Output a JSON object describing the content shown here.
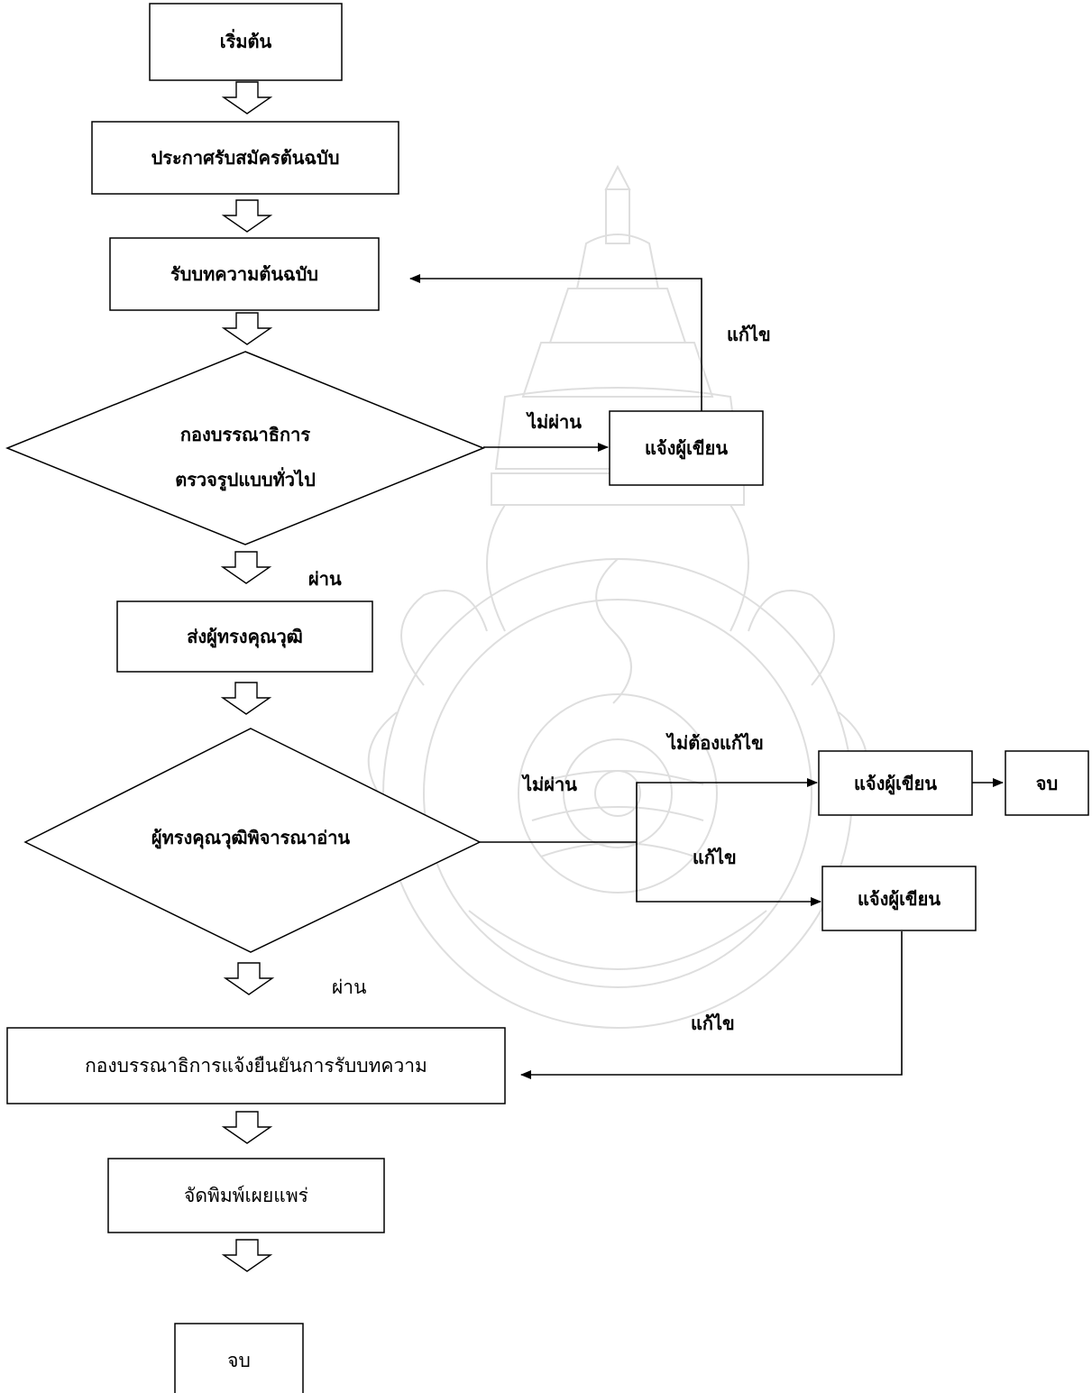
{
  "flowchart": {
    "start": "เริ่มต้น",
    "announce": "ประกาศรับสมัครต้นฉบับ",
    "receive": "รับบทความต้นฉบับ",
    "editorial_check_line1": "กองบรรณาธิการ",
    "editorial_check_line2": "ตรวจรูปแบบทั่วไป",
    "notify_author_1": "แจ้งผู้เขียน",
    "fail_1": "ไม่ผ่าน",
    "revise_1": "แก้ไข",
    "pass_1": "ผ่าน",
    "send_reviewers": "ส่งผู้ทรงคุณวุฒิ",
    "reviewers_consider": "ผู้ทรงคุณวุฒิพิจารณาอ่าน",
    "fail_2": "ไม่ผ่าน",
    "no_revision": "ไม่ต้องแก้ไข",
    "notify_author_2": "แจ้งผู้เขียน",
    "end_1": "จบ",
    "revise_2": "แก้ไข",
    "notify_author_3": "แจ้งผู้เขียน",
    "revise_3": "แก้ไข",
    "pass_2": "ผ่าน",
    "confirm_acceptance": "กองบรรณาธิการแจ้งยืนยันการรับบทความ",
    "publish": "จัดพิมพ์เผยแพร่",
    "end_final": "จบ"
  },
  "colors": {
    "stroke": "#000000",
    "watermark": "#bdbdbd"
  },
  "watermark": {
    "type": "university-seal"
  }
}
